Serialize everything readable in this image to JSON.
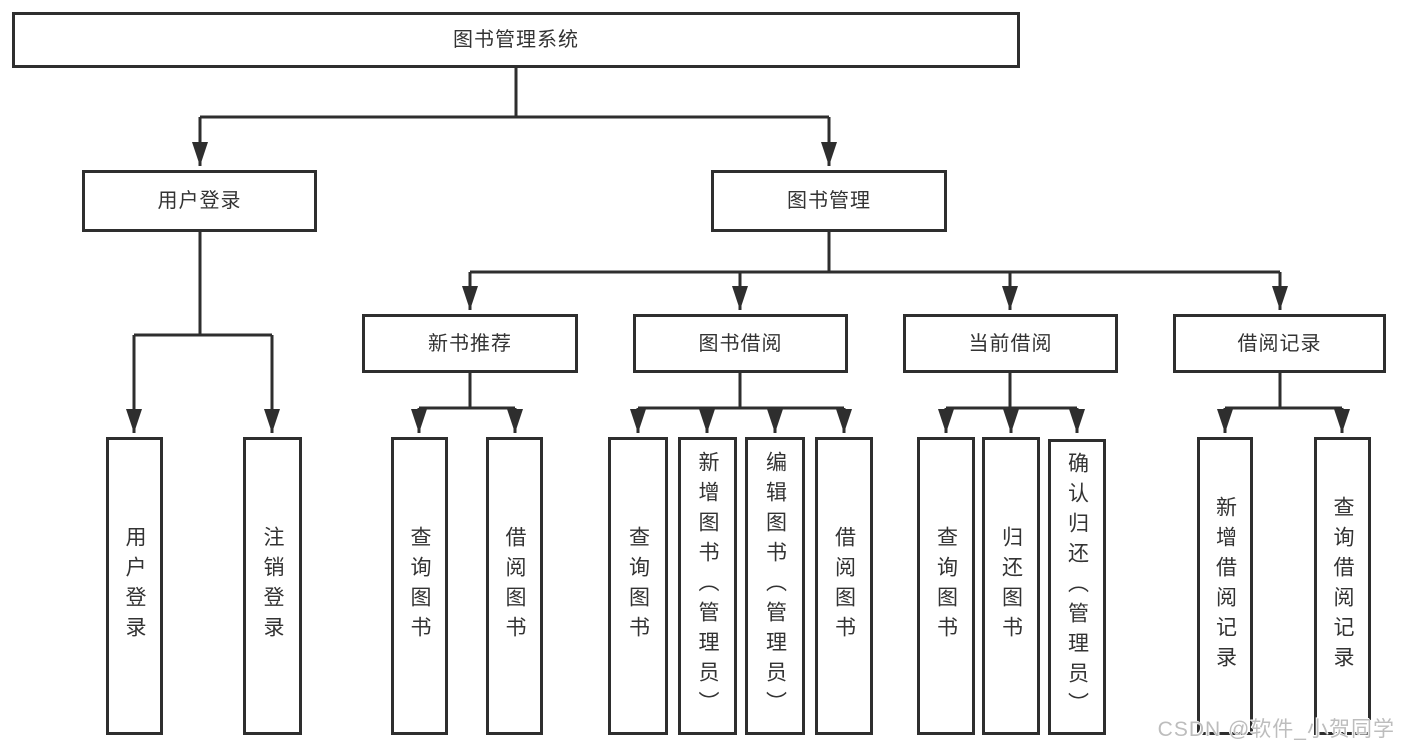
{
  "watermark": "CSDN @软件_小贺同学",
  "colors": {
    "line": "#2e2e2e",
    "box_border": "#2e2e2e",
    "text": "#333333",
    "background": "#ffffff",
    "watermark": "#bdbdbd"
  },
  "tree": {
    "label": "图书管理系统",
    "children": [
      {
        "label": "用户登录",
        "children": [
          {
            "label": "用户登录"
          },
          {
            "label": "注销登录"
          }
        ]
      },
      {
        "label": "图书管理",
        "children": [
          {
            "label": "新书推荐",
            "children": [
              {
                "label": "查询图书"
              },
              {
                "label": "借阅图书"
              }
            ]
          },
          {
            "label": "图书借阅",
            "children": [
              {
                "label": "查询图书"
              },
              {
                "label": "新增图书（管理员）"
              },
              {
                "label": "编辑图书（管理员）"
              },
              {
                "label": "借阅图书"
              }
            ]
          },
          {
            "label": "当前借阅",
            "children": [
              {
                "label": "查询图书"
              },
              {
                "label": "归还图书"
              },
              {
                "label": "确认归还（管理员）"
              }
            ]
          },
          {
            "label": "借阅记录",
            "children": [
              {
                "label": "新增借阅记录"
              },
              {
                "label": "查询借阅记录"
              }
            ]
          }
        ]
      }
    ]
  }
}
